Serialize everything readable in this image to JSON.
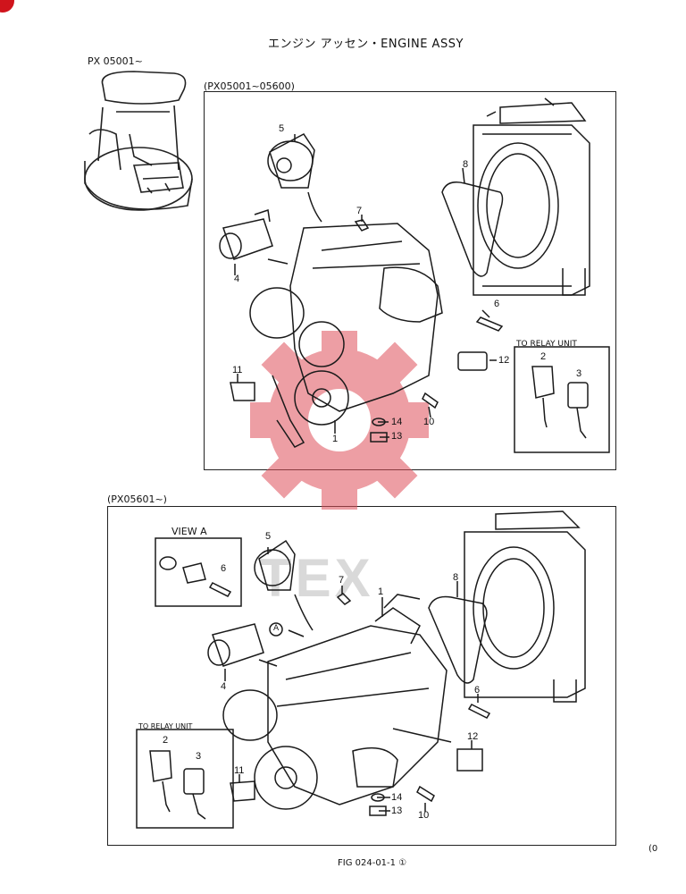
{
  "header": {
    "title": "エンジン アッセン・ENGINE ASSY"
  },
  "serials": {
    "overall": "PX 05001~",
    "upper": "(PX05001~05600)",
    "lower": "(PX05601~)"
  },
  "labels": {
    "to_relay_unit_upper": "TO RELAY UNIT",
    "to_relay_unit_lower": "TO RELAY UNIT",
    "view_a": "VIEW A",
    "view_a_marker": "A"
  },
  "callouts_upper": [
    "5",
    "7",
    "8",
    "4",
    "6",
    "12",
    "2",
    "3",
    "11",
    "14",
    "10",
    "13",
    "1"
  ],
  "callouts_lower": [
    "5",
    "6",
    "1",
    "8",
    "7",
    "4",
    "2",
    "3",
    "6",
    "12",
    "11",
    "14",
    "13",
    "10"
  ],
  "watermark": "TEX",
  "footer": {
    "figure": "FIG  024-01-1 ①",
    "edge_mark": "(0"
  },
  "colors": {
    "watermark": "#e0505a",
    "ink": "#111111",
    "corner_mark": "#d0141c"
  }
}
